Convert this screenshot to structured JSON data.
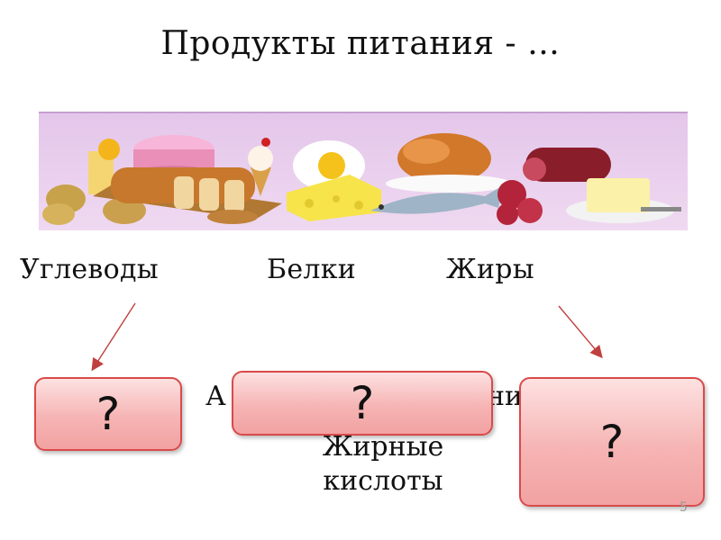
{
  "slide": {
    "title": "Продукты питания - …",
    "categories": {
      "carbs": "Углеводы",
      "proteins": "Белки",
      "fats": "Жиры"
    },
    "partially_hidden": {
      "left_fragment": ".",
      "middle_fragment": "А",
      "right_fragment": "ни",
      "fatty_acids": "Жирные\nкислоты"
    },
    "question_boxes": [
      "?",
      "?",
      "?"
    ],
    "slide_number": "5",
    "colors": {
      "box_fill": "#f6b4b4",
      "box_border": "#d94a4a",
      "arrow": "#c04040",
      "banner_bg": "#e8cdee"
    }
  }
}
